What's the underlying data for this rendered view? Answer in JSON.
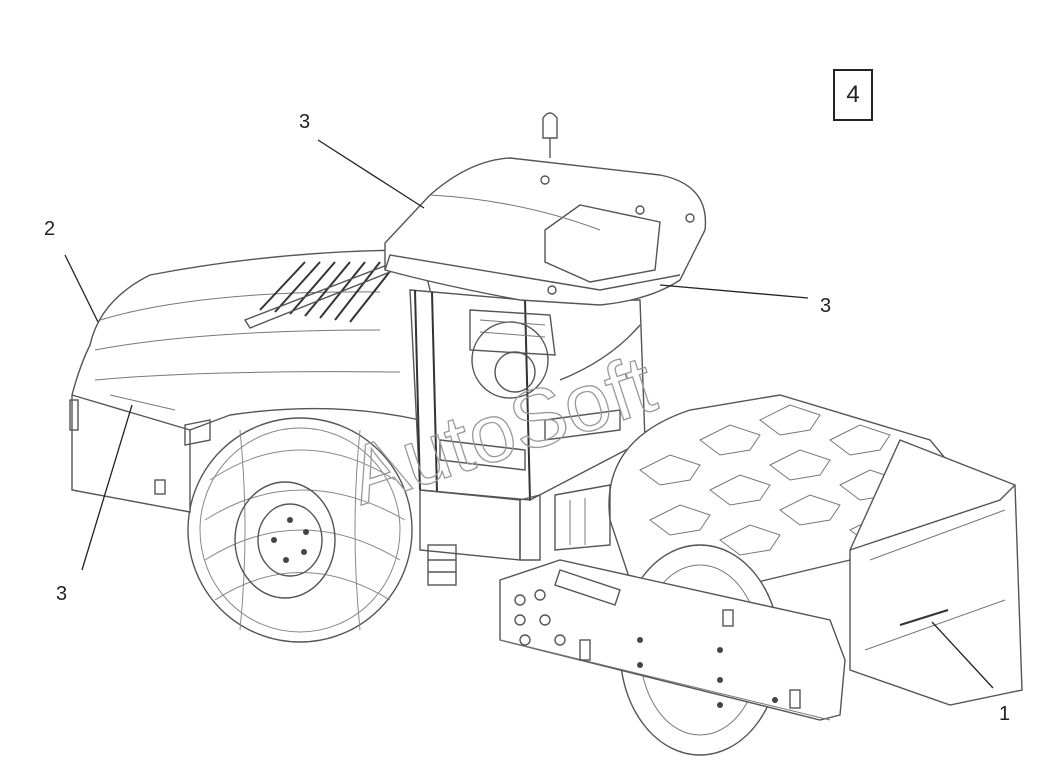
{
  "figure": {
    "sheet_number": "4",
    "watermark": "AutoSoft",
    "callouts": [
      {
        "id": "callout-1",
        "label": "1"
      },
      {
        "id": "callout-2",
        "label": "2"
      },
      {
        "id": "callout-3-roof",
        "label": "3"
      },
      {
        "id": "callout-3-cab",
        "label": "3"
      },
      {
        "id": "callout-3-rear",
        "label": "3"
      }
    ]
  }
}
